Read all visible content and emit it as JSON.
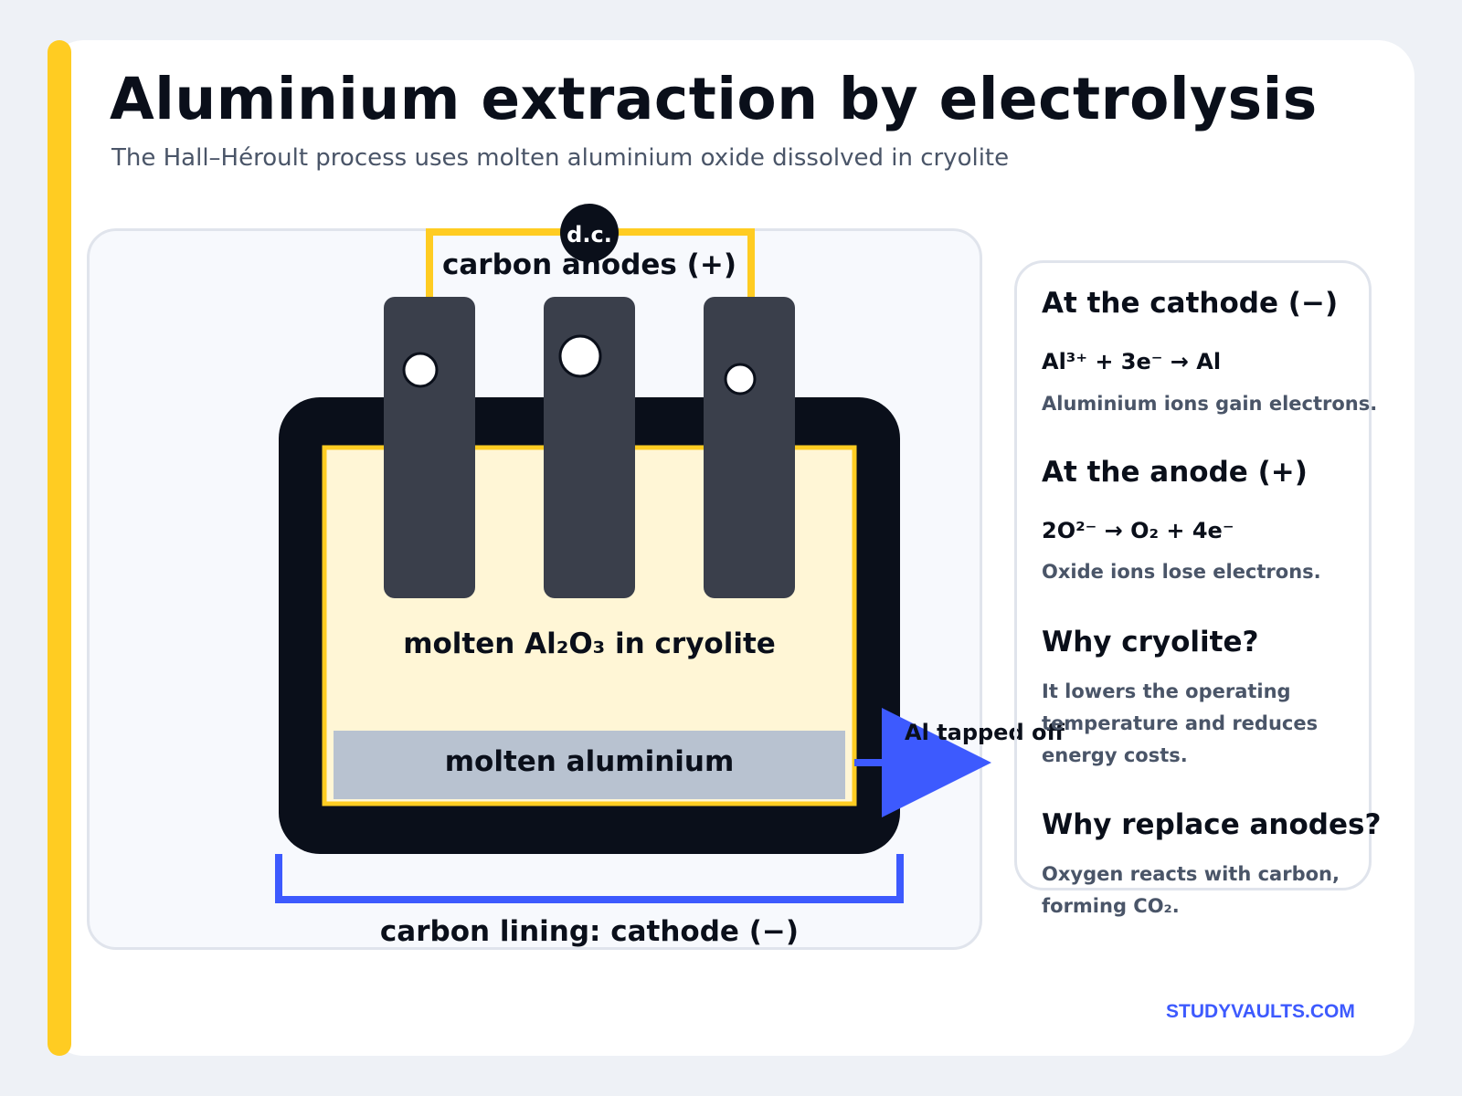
{
  "title": "Aluminium extraction by electrolysis",
  "subtitle": "The Hall–Héroult process uses molten aluminium oxide dissolved in cryolite",
  "diagram": {
    "power_label": "d.c.",
    "anodes_label": "carbon anodes (+)",
    "electrolyte_label": "molten Al₂O₃ in cryolite",
    "metal_label": "molten aluminium",
    "tap_label": "Al tapped off",
    "cathode_label": "carbon lining: cathode (−)"
  },
  "info": {
    "cathode": {
      "heading": "At the cathode (−)",
      "equation": "Al³⁺ + 3e⁻ → Al",
      "text": "Aluminium ions gain electrons."
    },
    "anode": {
      "heading": "At the anode (+)",
      "equation": "2O²⁻ → O₂ + 4e⁻",
      "text": "Oxide ions lose electrons."
    },
    "cryolite": {
      "heading": "Why cryolite?",
      "text": "It lowers the operating temperature and reduces energy costs."
    },
    "replace": {
      "heading": "Why replace anodes?",
      "text": "Oxygen reacts with carbon, forming CO₂."
    }
  },
  "brand": "STUDYVAULTS.COM",
  "colors": {
    "accent": "#ffcc22",
    "cathode_blue": "#3d5afe",
    "cell_dark": "#0a0f1a",
    "anode": "#3a3f4b",
    "electrolyte": "#fff6d6",
    "metal": "#b8c2d0"
  }
}
